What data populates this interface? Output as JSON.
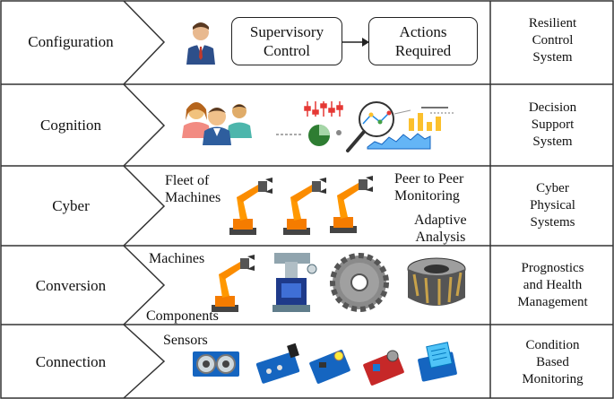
{
  "rows": [
    {
      "name": "Configuration",
      "right": [
        "Resilient",
        "Control",
        "System"
      ]
    },
    {
      "name": "Cognition",
      "right": [
        "Decision",
        "Support",
        "System"
      ]
    },
    {
      "name": "Cyber",
      "right": [
        "Cyber",
        "Physical",
        "Systems"
      ]
    },
    {
      "name": "Conversion",
      "right": [
        "Prognostics",
        "and Health",
        "Management"
      ]
    },
    {
      "name": "Connection",
      "right": [
        "Condition",
        "Based",
        "Monitoring"
      ]
    }
  ],
  "configuration": {
    "box1": [
      "Supervisory",
      "Control"
    ],
    "box2": [
      "Actions",
      "Required"
    ]
  },
  "cyber": {
    "fleet": [
      "Fleet of",
      "Machines"
    ],
    "peer": [
      "Peer to Peer",
      "Monitoring"
    ],
    "adaptive": [
      "Adaptive",
      "Analysis"
    ]
  },
  "conversion": {
    "machines": "Machines",
    "components": "Components"
  },
  "connection": {
    "sensors": "Sensors"
  }
}
